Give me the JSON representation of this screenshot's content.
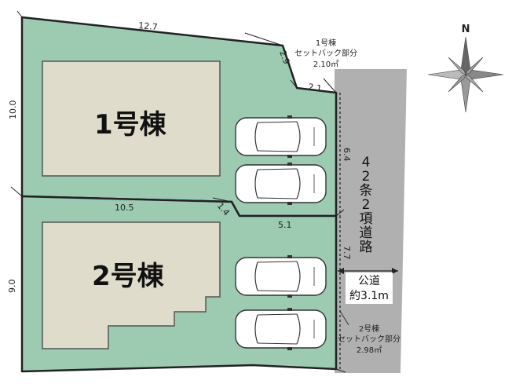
{
  "lots": [
    {
      "id": "1",
      "label": "1号棟"
    },
    {
      "id": "2",
      "label": "2号棟"
    }
  ],
  "dimensions": {
    "lot1_top": "12.7",
    "lot1_corner_diag": "2.9",
    "lot1_corner_horiz": "2.1",
    "lot1_left": "10.0",
    "lot1_right": "6.4",
    "lot_divider_left": "10.5",
    "lot_divider_diag": "1.4",
    "lot_divider_right": "5.1",
    "lot2_left": "9.0",
    "lot2_right": "7.7"
  },
  "road": {
    "name_chars": [
      "4",
      "2",
      "条",
      "2",
      "項",
      "道",
      "路"
    ],
    "type_label": "公道",
    "width_label": "約3.1m"
  },
  "setbacks": {
    "lot1": {
      "line1": "1号棟",
      "line2": "セットバック部分",
      "line3": "2.10㎡"
    },
    "lot2": {
      "line1": "2号棟",
      "line2": "セットバック部分",
      "line3": "2.98㎡"
    }
  },
  "compass": {
    "north_label": "N"
  },
  "parking": {
    "count": 4
  },
  "colors": {
    "lot_fill": "#9ccbb2",
    "building_fill": "#e0dccb",
    "road_fill": "#b0b0b0",
    "outline": "#222222"
  }
}
